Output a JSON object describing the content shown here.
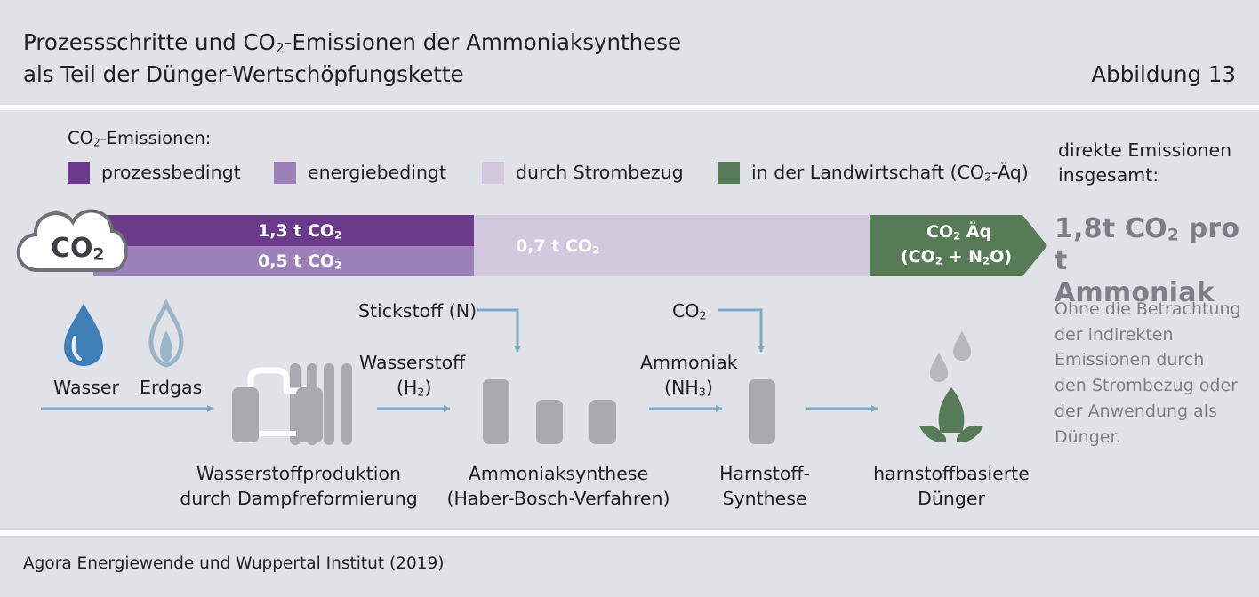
{
  "header": {
    "title_line1_pre": "Prozessschritte und CO",
    "title_line1_sub": "2",
    "title_line1_post": "-Emissionen der Ammoniaksynthese",
    "title_line2": "als Teil der Dünger-Wertschöpfungskette",
    "figure_number": "Abbildung 13"
  },
  "legend": {
    "heading_pre": "CO",
    "heading_sub": "2",
    "heading_post": "-Emissionen:",
    "items": [
      {
        "label": "prozessbedingt",
        "color": "#6b3a8b"
      },
      {
        "label": "energiebedingt",
        "color": "#9b81b7"
      },
      {
        "label": "durch Strombezug",
        "color": "#d3c9df"
      },
      {
        "label_pre": "in der Landwirtschaft (CO",
        "label_sub": "2",
        "label_post": "-Äq)",
        "color": "#577a57"
      }
    ]
  },
  "direct": {
    "line1": "direkte Emissionen",
    "line2": "insgesamt:"
  },
  "cloud": {
    "text": "CO",
    "sub": "2",
    "icon": "cloud-icon"
  },
  "bar": {
    "process_value": "1,3 t CO",
    "process_sub": "2",
    "energy_value": "0,5 t CO",
    "energy_sub": "2",
    "electricity_value": "0,7 t CO",
    "electricity_sub": "2",
    "agri_line1_pre": "CO",
    "agri_line1_sub": "2",
    "agri_line1_post": " Äq",
    "agri_line2_a": "(CO",
    "agri_line2_sub1": "2",
    "agri_line2_b": " + N",
    "agri_line2_sub2": "2",
    "agri_line2_c": "O)"
  },
  "total": {
    "line1_pre": "1,8t CO",
    "line1_sub": "2",
    "line1_post": " pro t",
    "line2": "Ammoniak"
  },
  "note": {
    "lines": [
      "Ohne die Betrachtung",
      "der indirekten",
      "Emissionen durch",
      "den Strombezug oder",
      "der Anwendung als",
      "Dünger."
    ]
  },
  "inputs": {
    "water": "Wasser",
    "gas": "Erdgas",
    "nitrogen": "Stickstoff (N)",
    "hydrogen_line1": "Wasserstoff",
    "hydrogen_line2_pre": "(H",
    "hydrogen_line2_sub": "2",
    "hydrogen_line2_post": ")",
    "co2_pre": "CO",
    "co2_sub": "2",
    "ammonia_line1": "Ammoniak",
    "ammonia_line2_pre": "(NH",
    "ammonia_line2_sub": "3",
    "ammonia_line2_post": ")"
  },
  "steps": [
    {
      "line1": "Wasserstoffproduktion",
      "line2": "durch Dampfreformierung"
    },
    {
      "line1": "Ammoniaksynthese",
      "line2": "(Haber-Bosch-Verfahren)"
    },
    {
      "line1": "Harnstoff-",
      "line2": "Synthese"
    },
    {
      "line1": "harnstoffbasierte",
      "line2": "Dünger"
    }
  ],
  "source": "Agora Energiewende und Wuppertal Institut (2019)",
  "colors": {
    "background": "#e1e2e7",
    "process": "#6b3a8b",
    "energy": "#9b81b7",
    "electricity": "#d3c9df",
    "agriculture": "#577a57",
    "arrow": "#7fa9c4",
    "machine": "#a9aab0",
    "water_drop": "#3f7fb5",
    "plant": "#577a57",
    "muted_text": "#7e7f86"
  },
  "icons": {
    "water": "water-drop-icon",
    "gas": "flame-icon",
    "hydrogen_plant": "reformer-icon",
    "ammonia_plant": "reactor-icon",
    "urea_plant": "tank-icon",
    "fertilizer": "plant-icon"
  }
}
